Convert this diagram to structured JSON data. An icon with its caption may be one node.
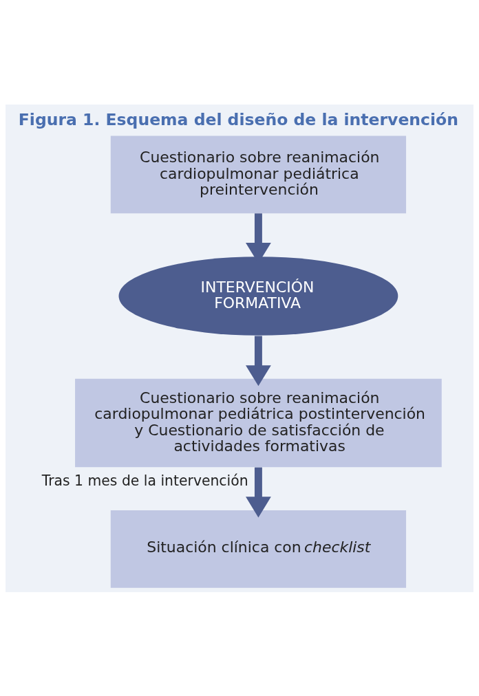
{
  "diagram": {
    "title": "Figura 1. Esquema del diseño de la intervención",
    "nodes": [
      {
        "text": [
          "Cuestionario sobre reanimación cardiopulmonar pediátrica preintervención"
        ]
      },
      {
        "text": [
          "INTERVENCIÓN FORMATIVA"
        ]
      },
      {
        "text": [
          "Cuestionario sobre reanimación cardiopulmonar pediátrica postintervención y Cuestionario de satisfacción de actividades formativas"
        ]
      },
      {
        "text": [
          "Situación clínica con *checklist*"
        ]
      }
    ],
    "edges": [
      {
        "from": 0,
        "to": 1,
        "arrow": "to"
      },
      {
        "from": 1,
        "to": 2,
        "arrow": "to"
      },
      {
        "from": 2,
        "to": 3,
        "arrow": "to",
        "label": "Tras 1 mes de la intervención"
      }
    ]
  }
}
